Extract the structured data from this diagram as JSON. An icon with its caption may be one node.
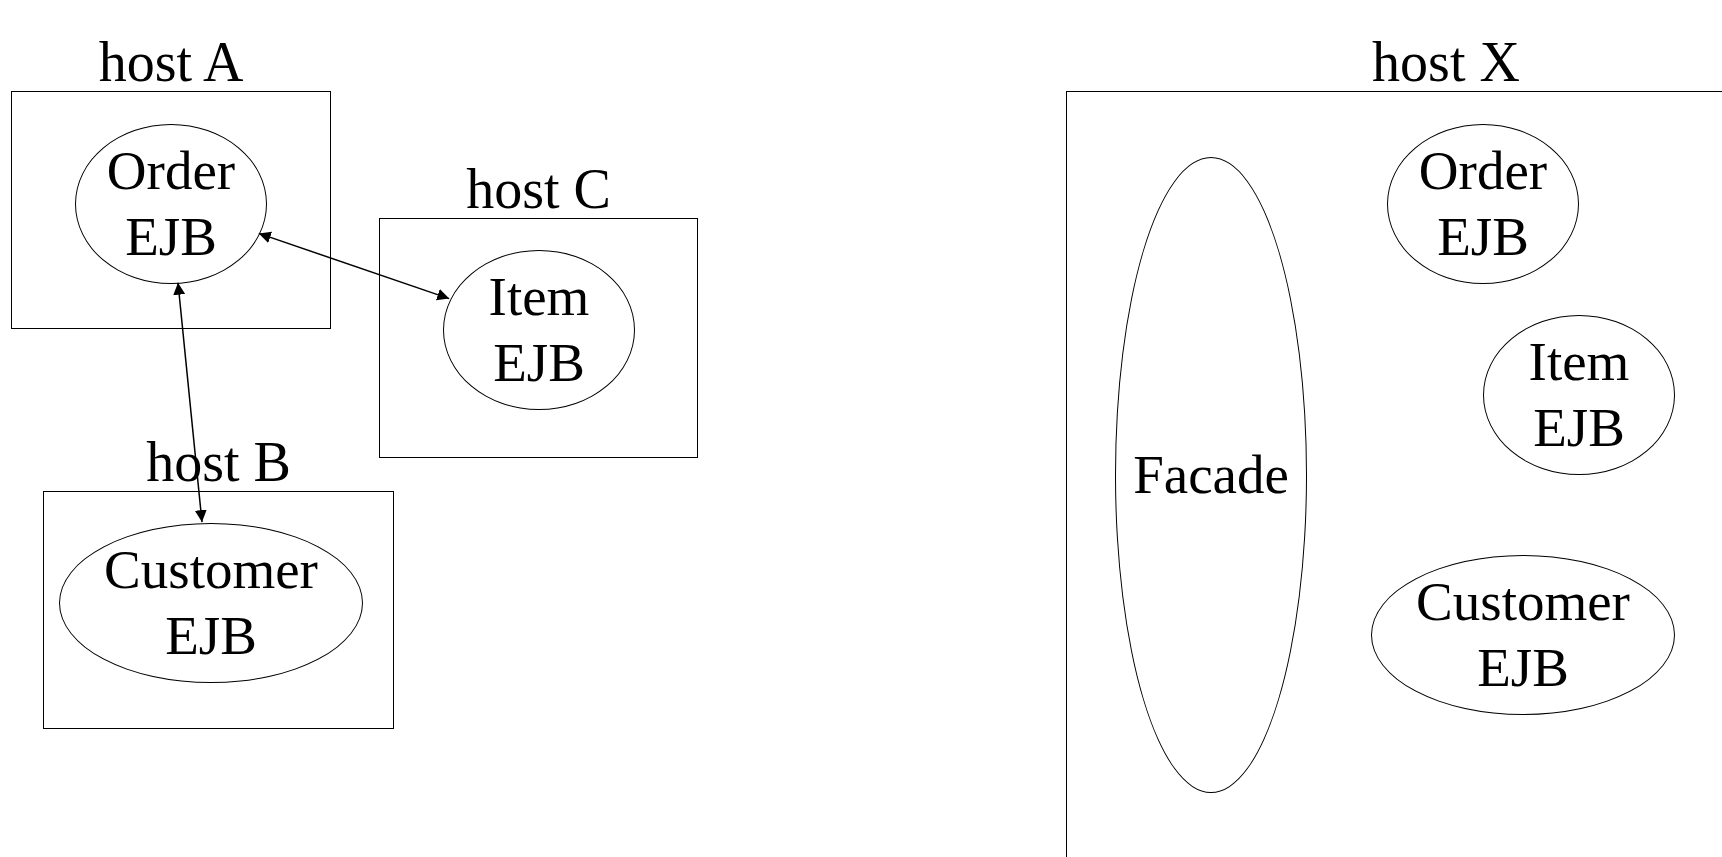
{
  "diagram": {
    "nodes": [
      {
        "text": [
          "host A"
        ]
      },
      {
        "text": [
          "Order EJB"
        ],
        "in": 0
      },
      {
        "text": [
          "host C"
        ]
      },
      {
        "text": [
          "Item EJB"
        ],
        "in": 2
      },
      {
        "text": [
          "host B"
        ]
      },
      {
        "text": [
          "Customer EJB"
        ],
        "in": 4
      },
      {
        "text": [
          "host X"
        ]
      },
      {
        "text": [
          "Facade"
        ],
        "in": 6
      },
      {
        "text": [
          "Order EJB"
        ],
        "in": 6
      },
      {
        "text": [
          "Item EJB"
        ],
        "in": 6
      },
      {
        "text": [
          "Customer EJB"
        ],
        "in": 6
      }
    ],
    "edges": [
      {
        "from": 1,
        "to": 3,
        "arrow": "both"
      },
      {
        "from": 1,
        "to": 5,
        "arrow": "both"
      }
    ]
  }
}
